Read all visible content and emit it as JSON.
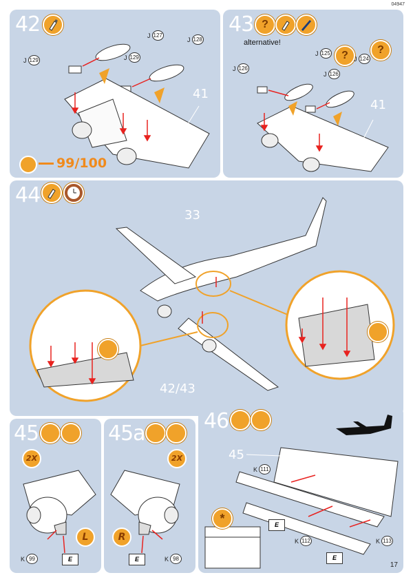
{
  "header": {
    "code": "04947"
  },
  "page_number": "17",
  "steps": {
    "s42": {
      "number": "42",
      "callouts": {
        "a": {
          "prefix": "J",
          "num": "127"
        },
        "b": {
          "prefix": "J",
          "num": "128"
        },
        "c": {
          "prefix": "J",
          "num": "129"
        },
        "d": {
          "prefix": "J",
          "num": "129"
        }
      },
      "ref_label": "41",
      "goto": "99/100"
    },
    "s43": {
      "number": "43",
      "note": "alternative!",
      "callouts": {
        "a": {
          "prefix": "J",
          "num": "125"
        },
        "b": {
          "prefix": "J",
          "num": "124"
        },
        "c": {
          "prefix": "J",
          "num": "126"
        },
        "d": {
          "prefix": "J",
          "num": "126"
        }
      },
      "ref_label": "41"
    },
    "s44": {
      "number": "44",
      "label_top": "33",
      "label_bottom": "42/43"
    },
    "s45": {
      "number": "45",
      "multiplier": "2X",
      "side": "L",
      "flag": "E",
      "callout": {
        "prefix": "K",
        "num": "99"
      }
    },
    "s45a": {
      "number": "45a",
      "multiplier": "2X",
      "side": "R",
      "flag": "E",
      "callout": {
        "prefix": "K",
        "num": "98"
      }
    },
    "s46": {
      "number": "46",
      "ref_label": "45",
      "flag1": "E",
      "flag2": "E",
      "callouts": {
        "a": {
          "prefix": "K",
          "num": "111"
        },
        "b": {
          "prefix": "K",
          "num": "112"
        },
        "c": {
          "prefix": "K",
          "num": "113"
        }
      }
    }
  },
  "icons": {
    "glue": "glue-icon",
    "paint": "paint-icon",
    "optional": "question-icon",
    "clock": "clock-icon",
    "star": "asterisk-icon"
  },
  "colors": {
    "panel": "#c8d5e6",
    "accent": "#f0a22a",
    "ref": "#f08a1c",
    "arrow": "#e8221f"
  }
}
